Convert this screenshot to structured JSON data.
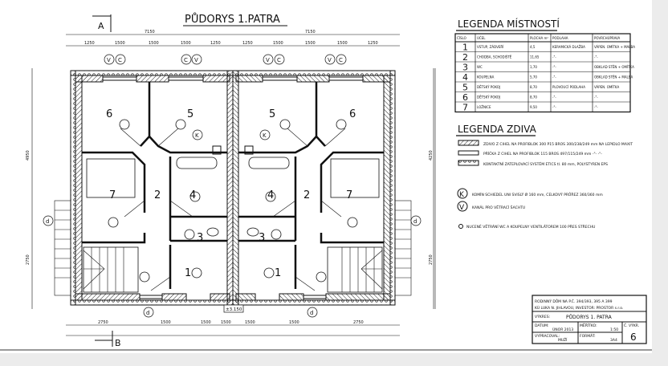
{
  "drawing": {
    "title": "PŮDORYS 1.PATRA",
    "section_a": "A",
    "section_b": "B",
    "dims_top": [
      "7150",
      "7150"
    ],
    "dims_sub": [
      "1250",
      "1500",
      "1500",
      "1500",
      "1250",
      "1250",
      "1500",
      "1500",
      "1500",
      "1250"
    ],
    "dims_bottom": [
      "2750",
      "1500",
      "1500",
      "1500",
      "1500",
      "1500",
      "2750"
    ],
    "dims_left": [
      "4950",
      "2750"
    ],
    "dims_right": [
      "4250",
      "2750"
    ],
    "elevation": "±3.150",
    "rooms_left": [
      "6",
      "5",
      "7",
      "2",
      "4",
      "3",
      "1"
    ],
    "rooms_right": [
      "5",
      "6",
      "4",
      "2",
      "7",
      "3",
      "1"
    ],
    "markers": {
      "v": "V",
      "c": "C",
      "k": "K",
      "d": "d"
    }
  },
  "legend_rooms": {
    "title": "LEGENDA MÍSTNOSTÍ",
    "headers": [
      "ČÍSLO",
      "ÚČEL",
      "PLOCHA m²",
      "PODLAHA",
      "POVRCHÚPRAVA"
    ],
    "rows": [
      [
        "1",
        "VSTUP, ZÁDVEŘÍ",
        "4,5",
        "KERAMICKÁ DLAŽBA",
        "VÁPEN. OMÍTKA + MALBA"
      ],
      [
        "2",
        "CHODBA, SCHODIŠTĚ",
        "11,65",
        "-\"-",
        "-\"-"
      ],
      [
        "3",
        "WC",
        "1,70",
        "-\"-",
        "OBKLAD STĚN + OMÍTKA"
      ],
      [
        "4",
        "KOUPELNA",
        "5,70",
        "-\"-",
        "OBKLAD STĚN + MALBA"
      ],
      [
        "5",
        "DĚTSKÝ POKOJ",
        "8,70",
        "PLOVOUCÍ PODLAHA",
        "VÁPEN. OMÍTKA"
      ],
      [
        "6",
        "DĚTSKÝ POKOJ",
        "8,70",
        "-\"-",
        "-\"-"
      ],
      [
        "7",
        "LOŽNICE",
        "9,50",
        "-\"-",
        "-\"-"
      ]
    ]
  },
  "legend_walls": {
    "title": "LEGENDA ZDIVA",
    "items": [
      "ZDIVO Z CIHEL NA PROFIBLOK 300 P15 BROS 300/238/249 mm NA LEPIDLO MAXIT",
      "PŘÍČKA Z CIHEL NA PROFIBLOK 115 BROS 497/115/249 mm  -\"-   -\"-",
      "KONTAKTNÍ ZATEPLOVACÍ SYSTÉM ETICS tl. 80 mm, POLYSTYREN EPS"
    ],
    "symbols": [
      {
        "letter": "K",
        "text": "KOMÍN SCHIEDEL UNI SVISLÝ Ø 160 mm, CELKOVÝ PRŮŘEZ 360/360 mm"
      },
      {
        "letter": "V",
        "text": "KANÁL PRO VĚTRACÍ ŠACHTU"
      }
    ],
    "note": "NUCENÉ VĚTRÁNÍ WC A KOUPELNY VENTILÁTOREM 100 PŘES STŘECHU"
  },
  "title_block": {
    "project_line1": "RODINNÝ DŮM NA P.Č. 394/393, 395 A 399",
    "project_line2": "KÚ LUKA N. JIHLAVOU, INVESTOR: PROSTOR s.r.o.",
    "drawing_label": "VÝKRES:",
    "drawing_name": "PŮDORYS 1. PATRA",
    "date_label": "DATUM:",
    "date": "ÚNOR 2013",
    "scale_label": "MĚŘÍTKO:",
    "scale": "1:50",
    "number_label": "Č. VÝKR.",
    "number": "6",
    "author_label": "VYPRACOVAL:",
    "author": "MUŽÍ",
    "format_label": "FORMÁT:",
    "format": "3A4"
  }
}
